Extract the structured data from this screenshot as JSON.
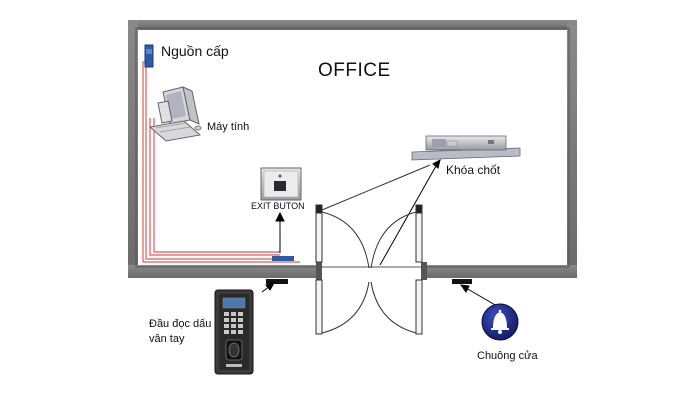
{
  "diagram": {
    "room_label": "OFFICE",
    "labels": {
      "power_supply": "Nguồn cấp",
      "computer": "Máy tính",
      "lock": "Khóa chốt",
      "exit_button": "EXIT BUTON",
      "reader_line1": "Đầu đọc dấu",
      "reader_line2": "vân tay",
      "doorbell": "Chuông cửa"
    },
    "icons": {
      "power_supply": "power-supply-icon",
      "computer": "computer-icon",
      "lock": "electric-lock-icon",
      "exit_button": "exit-button-icon",
      "reader": "fingerprint-reader-icon",
      "doorbell": "doorbell-icon"
    },
    "colors": {
      "wall": "#7a7a7a",
      "wire": "#e05a5a",
      "bell": "#1c2a8a",
      "power_block": "#2c5aa8"
    }
  }
}
